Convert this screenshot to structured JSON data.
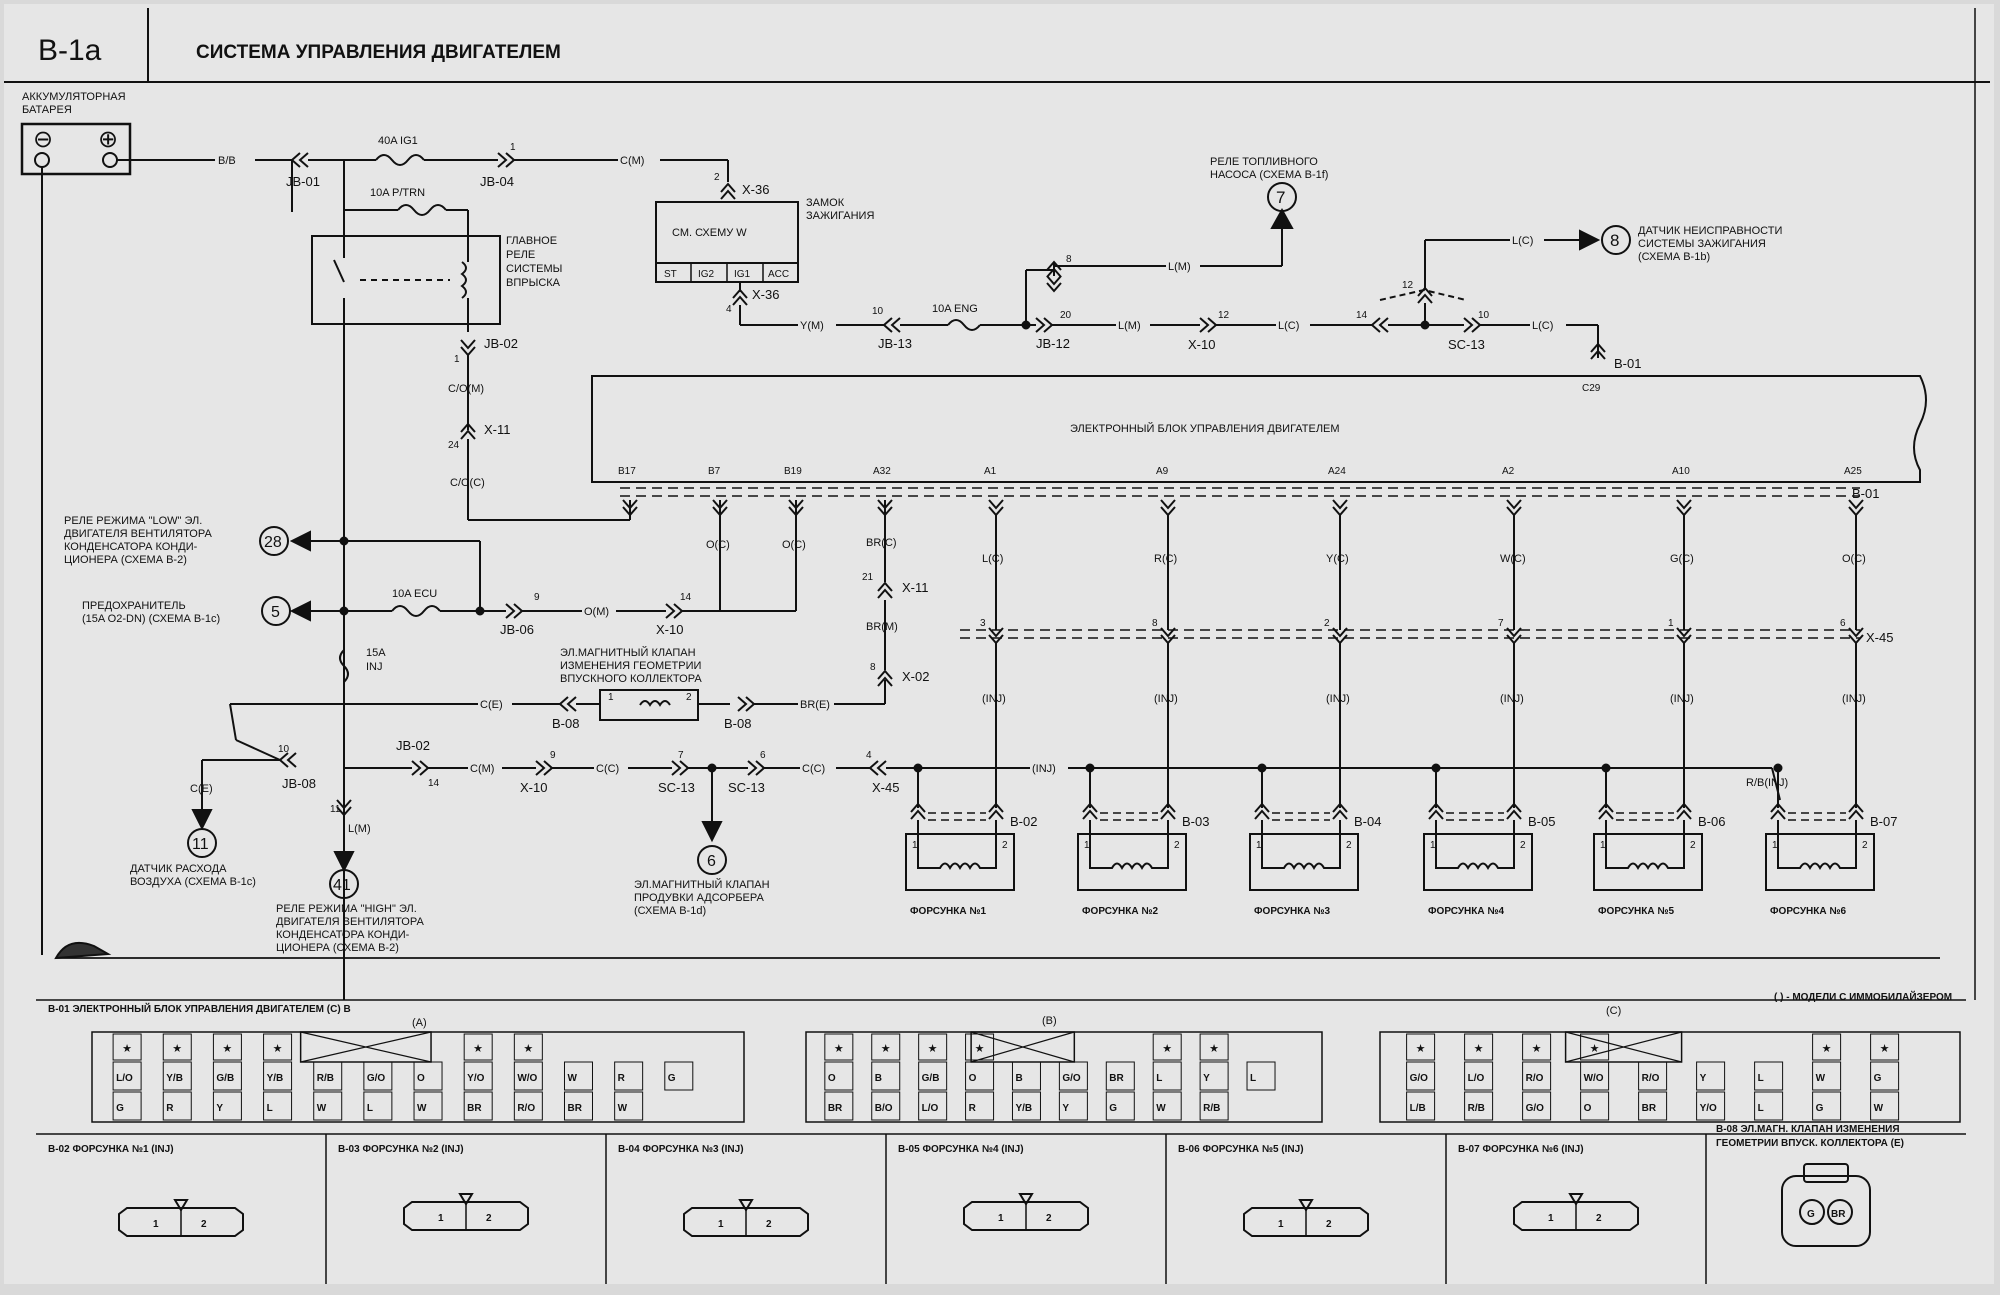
{
  "header": {
    "code": "B-1a",
    "title": "СИСТЕМА УПРАВЛЕНИЯ ДВИГАТЕЛЕМ"
  },
  "battery": {
    "label1": "АККУМУЛЯТОРНАЯ",
    "label2": "БАТАРЕЯ",
    "minus": "⊖",
    "plus": "⊕"
  },
  "wires": {
    "bb": "B/B",
    "cm1": "C(M)",
    "cm2": "C(M)",
    "ym": "Y(M)",
    "lm1": "L(M)",
    "lm2": "L(M)",
    "lc1": "L(C)",
    "lc2": "L(C)",
    "lc3": "L(C)",
    "co_m": "C/O(M)",
    "co_c": "C/O(C)",
    "oc1": "O(C)",
    "oc2": "O(C)",
    "om": "O(M)",
    "brc": "BR(C)",
    "brm": "BR(M)",
    "bre": "BR(E)",
    "ce1": "C(E)",
    "ce2": "C(E)",
    "cc1": "C(C)",
    "cc2": "C(C)",
    "lm3": "L(M)",
    "inj": "(INJ)",
    "rbinj": "R/B(INJ)"
  },
  "fuses": {
    "f1": "40A IG1",
    "f2": "10A P/TRN",
    "f3": "10A ENG",
    "f4": "10A ECU",
    "f5a": "15A",
    "f5b": "INJ"
  },
  "connectors": {
    "jb01": "JB-01",
    "jb04": "JB-04",
    "jb02": "JB-02",
    "jb02b": "JB-02",
    "jb06": "JB-06",
    "jb08": "JB-08",
    "jb12": "JB-12",
    "jb13": "JB-13",
    "x36a": "X-36",
    "x36b": "X-36",
    "x10a": "X-10",
    "x10b": "X-10",
    "x10c": "X-10",
    "x11a": "X-11",
    "x11b": "X-11",
    "x02": "X-02",
    "x45a": "X-45",
    "x45b": "X-45",
    "sc13a": "SC-13",
    "sc13b": "SC-13",
    "sc13c": "SC-13",
    "b01a": "B-01",
    "b01b": "B-01",
    "b08a": "B-08",
    "b08b": "B-08",
    "c29": "C29"
  },
  "blocks": {
    "relay": [
      "ГЛАВНОЕ",
      "РЕЛЕ",
      "СИСТЕМЫ",
      "ВПРЫСКА"
    ],
    "switch_box": "СМ. СХЕМУ W",
    "switch_pins": [
      "ST",
      "IG2",
      "IG1",
      "ACC"
    ],
    "switch_label": [
      "ЗАМОК",
      "ЗАЖИГАНИЯ"
    ],
    "ecu": "ЭЛЕКТРОННЫЙ БЛОК УПРАВЛЕНИЯ ДВИГАТЕЛЕМ",
    "valve": [
      "ЭЛ.МАГНИТНЫЙ КЛАПАН",
      "ИЗМЕНЕНИЯ ГЕОМЕТРИИ",
      "ВПУСКНОГО КОЛЛЕКТОРА"
    ]
  },
  "refs": {
    "r7": {
      "num": "7",
      "text": [
        "РЕЛЕ ТОПЛИВНОГО",
        "НАСОСА (СХЕМА B-1f)"
      ]
    },
    "r8": {
      "num": "8",
      "text": [
        "ДАТЧИК НЕИСПРАВНОСТИ",
        "СИСТЕМЫ ЗАЖИГАНИЯ",
        "(СХЕМА B-1b)"
      ]
    },
    "r28": {
      "num": "28",
      "text": [
        "РЕЛЕ РЕЖИМА \"LOW\" ЭЛ.",
        "ДВИГАТЕЛЯ ВЕНТИЛЯТОРА",
        "КОНДЕНСАТОРА КОНДИ-",
        "ЦИОНЕРА (СХЕМА B-2)"
      ]
    },
    "r5": {
      "num": "5",
      "text": [
        "ПРЕДОХРАНИТЕЛЬ",
        "(15A O2-DN) (СХЕМА B-1c)"
      ]
    },
    "r11": {
      "num": "11",
      "text": [
        "ДАТЧИК РАСХОДА",
        "ВОЗДУХА (СХЕМА B-1c)"
      ]
    },
    "r41": {
      "num": "41",
      "text": [
        "РЕЛЕ РЕЖИМА \"HIGH\" ЭЛ.",
        "ДВИГАТЕЛЯ ВЕНТИЛЯТОРА",
        "КОНДЕНСАТОРА КОНДИ-",
        "ЦИОНЕРА (СХЕМА B-2)"
      ]
    },
    "r6": {
      "num": "6",
      "text": [
        "ЭЛ.МАГНИТНЫЙ КЛАПАН",
        "ПРОДУВКИ АДСОРБЕРА",
        "(СХЕМА B-1d)"
      ]
    }
  },
  "ecu_pins": [
    "B17",
    "B7",
    "B19",
    "A32",
    "A1",
    "A9",
    "A24",
    "A2",
    "A10",
    "A25"
  ],
  "inj_columns": [
    {
      "pin": "A1",
      "wire": "L(C)",
      "x45": "3",
      "conn": "B-02",
      "name": "ФОРСУНКА №1"
    },
    {
      "pin": "A9",
      "wire": "R(C)",
      "x45": "8",
      "conn": "B-03",
      "name": "ФОРСУНКА №2"
    },
    {
      "pin": "A24",
      "wire": "Y(C)",
      "x45": "2",
      "conn": "B-04",
      "name": "ФОРСУНКА №3"
    },
    {
      "pin": "A2",
      "wire": "W(C)",
      "x45": "7",
      "conn": "B-05",
      "name": "ФОРСУНКА №4"
    },
    {
      "pin": "A10",
      "wire": "G(C)",
      "x45": "1",
      "conn": "B-06",
      "name": "ФОРСУНКА №5"
    },
    {
      "pin": "A25",
      "wire": "O(C)",
      "x45": "6",
      "conn": "B-07",
      "name": "ФОРСУНКА №6"
    }
  ],
  "coil_pins": [
    "1",
    "2"
  ],
  "ecu_connector": {
    "title": "B-01 ЭЛЕКТРОННЫЙ БЛОК УПРАВЛЕНИЯ ДВИГАТЕЛЕМ (C) B",
    "note": "( ) - МОДЕЛИ С ИММОБИЛАЙЗЕРОМ",
    "sections": [
      "(A)",
      "(B)",
      "(C)"
    ],
    "pins_a": [
      "L/O",
      "Y/B",
      "G/B",
      "Y/B",
      "R/B",
      "G/O",
      "O",
      "Y/O",
      "W/O",
      "W",
      "R",
      "G",
      "G",
      "R",
      "Y",
      "L",
      "W",
      "L",
      "W",
      "BR",
      "R/O",
      "BR",
      "W"
    ],
    "pins_b": [
      "O",
      "B",
      "G/B",
      "O",
      "B",
      "G/O",
      "BR",
      "L",
      "Y",
      "L",
      "BR",
      "B/O",
      "L/O",
      "R",
      "Y/B",
      "Y",
      "G",
      "W",
      "R/B"
    ],
    "pins_c": [
      "G/O",
      "L/O",
      "R/O",
      "W/O",
      "R/O",
      "Y",
      "L",
      "W",
      "G",
      "L/B",
      "R/B",
      "G/O",
      "O",
      "BR",
      "Y/O",
      "L",
      "G",
      "W"
    ]
  },
  "bottom_connectors": [
    {
      "label": "B-02 ФОРСУНКА №1 (INJ)",
      "pin1": "1",
      "pin2": "2"
    },
    {
      "label": "B-03 ФОРСУНКА №2 (INJ)",
      "pin1": "1",
      "pin2": "2"
    },
    {
      "label": "B-04 ФОРСУНКА №3 (INJ)",
      "pin1": "1",
      "pin2": "2"
    },
    {
      "label": "B-05 ФОРСУНКА №4 (INJ)",
      "pin1": "1",
      "pin2": "2"
    },
    {
      "label": "B-06 ФОРСУНКА №5 (INJ)",
      "pin1": "1",
      "pin2": "2"
    },
    {
      "label": "B-07 ФОРСУНКА №6 (INJ)",
      "pin1": "1",
      "pin2": "2"
    },
    {
      "label": [
        "B-08 ЭЛ.МАГН. КЛАПАН ИЗМЕНЕНИЯ",
        "ГЕОМЕТРИИ ВПУСК. КОЛЛЕКТОРА (E)"
      ],
      "pin1": "G",
      "pin2": "BR"
    }
  ]
}
